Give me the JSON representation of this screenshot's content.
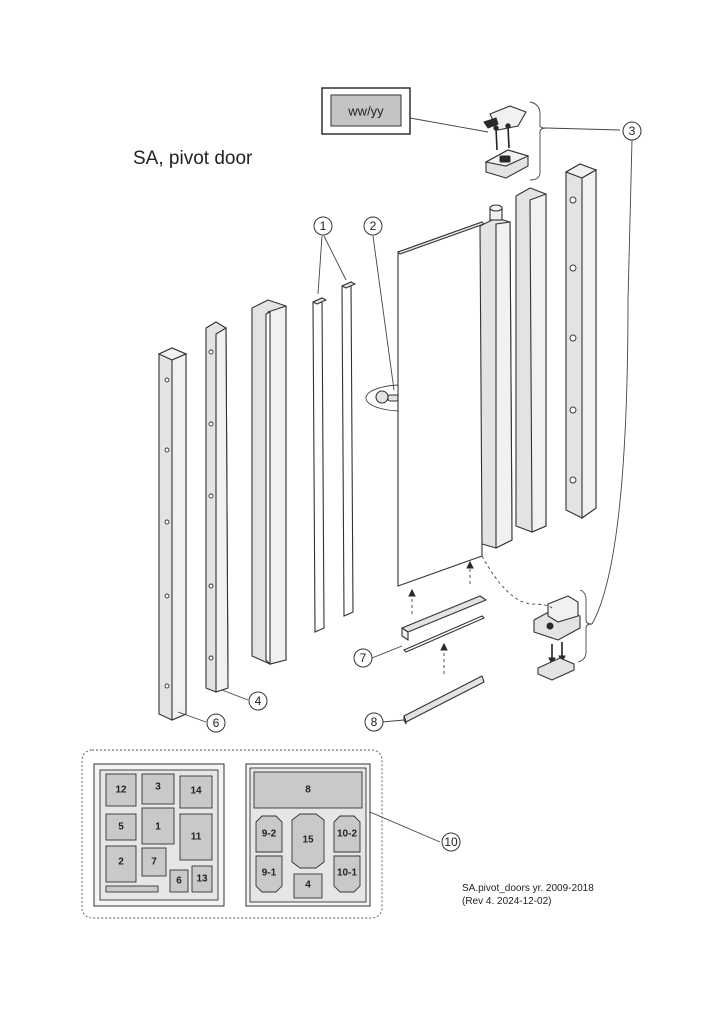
{
  "title": "SA, pivot door",
  "date_label": "ww/yy",
  "callouts": {
    "c1": "1",
    "c2": "2",
    "c3": "3",
    "c4": "4",
    "c6": "6",
    "c7": "7",
    "c8": "8",
    "c10": "10"
  },
  "left_pack": {
    "p12": "12",
    "p3": "3",
    "p14": "14",
    "p5": "5",
    "p1": "1",
    "p11": "11",
    "p2": "2",
    "p7": "7",
    "p6": "6",
    "p13": "13"
  },
  "right_pack": {
    "p8": "8",
    "p9_2": "9-2",
    "p15": "15",
    "p10_2": "10-2",
    "p9_1": "9-1",
    "p4": "4",
    "p10_1": "10-1"
  },
  "footer": {
    "line1": "SA.pivot_doors yr. 2009-2018",
    "line2": "(Rev 4. 2024-12-02)"
  }
}
